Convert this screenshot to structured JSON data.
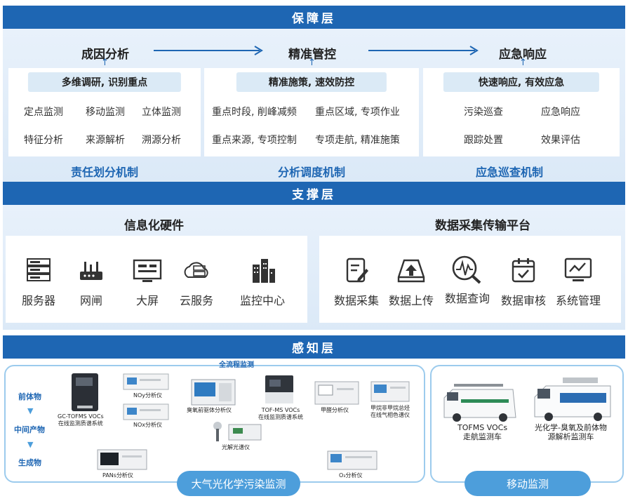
{
  "guarantee_layer": {
    "title": "保障层",
    "stages": [
      "成因分析",
      "精准管控",
      "应急响应"
    ],
    "cards": [
      {
        "head": "多维调研, 识别重点",
        "items": [
          "定点监测",
          "移动监测",
          "立体监测",
          "特征分析",
          "来源解析",
          "溯源分析"
        ]
      },
      {
        "head": "精准施策, 速效防控",
        "items": [
          "重点时段, 削峰减频",
          "重点区域, 专项作业",
          "重点来源, 专项控制",
          "专项走航, 精准施策"
        ]
      },
      {
        "head": "快速响应, 有效应急",
        "items": [
          "污染巡查",
          "应急响应",
          "跟踪处置",
          "效果评估"
        ]
      }
    ],
    "mechanisms": [
      "责任划分机制",
      "分析调度机制",
      "应急巡查机制"
    ]
  },
  "support_layer": {
    "title": "支撑层",
    "hardware": {
      "title": "信息化硬件",
      "items": [
        {
          "label": "服务器",
          "icon": "server-icon"
        },
        {
          "label": "网闸",
          "icon": "router-icon"
        },
        {
          "label": "大屏",
          "icon": "screen-icon"
        },
        {
          "label": "云服务",
          "icon": "cloud-icon"
        },
        {
          "label": "监控中心",
          "icon": "building-icon"
        }
      ]
    },
    "platform": {
      "title": "数据采集传输平台",
      "items": [
        {
          "label": "数据采集",
          "icon": "edit-doc-icon"
        },
        {
          "label": "数据上传",
          "icon": "upload-icon"
        },
        {
          "label": "数据查询",
          "icon": "search-icon"
        },
        {
          "label": "数据审核",
          "icon": "calendar-check-icon"
        },
        {
          "label": "系统管理",
          "icon": "monitor-chart-icon"
        }
      ]
    }
  },
  "perception_layer": {
    "title": "感知层",
    "process_label": "全流程监测",
    "flow_stages": [
      "前体物",
      "中间产物",
      "生成物"
    ],
    "instruments": {
      "gc_tofms": [
        "GC-TOFMS VOCs",
        "在线监测质谱系统"
      ],
      "noy": "NOy分析仪",
      "nox": "NOx分析仪",
      "ozone_chamber": "臭氧前驱体分析仪",
      "tof_ms": [
        "TOF-MS VOCs",
        "在线监测质谱系统"
      ],
      "formaldehyde": "甲醛分析仪",
      "methane": [
        "甲烷非甲烷总烃",
        "在线气相色谱仪"
      ],
      "photolysis": "光解光谱仪",
      "pan": "PANs分析仪",
      "o3": "O₃分析仪"
    },
    "section_label": "大气光化学污染监测",
    "vehicles": [
      [
        "TOFMS VOCs",
        "走航监测车"
      ],
      [
        "光化学-臭氧及前体物",
        "源解析监测车"
      ]
    ],
    "mobile_label": "移动监测"
  },
  "colors": {
    "primary": "#1e66b3",
    "light_bg": "#e3eef9",
    "pill": "#4d9edb",
    "border": "#9ccbed"
  }
}
